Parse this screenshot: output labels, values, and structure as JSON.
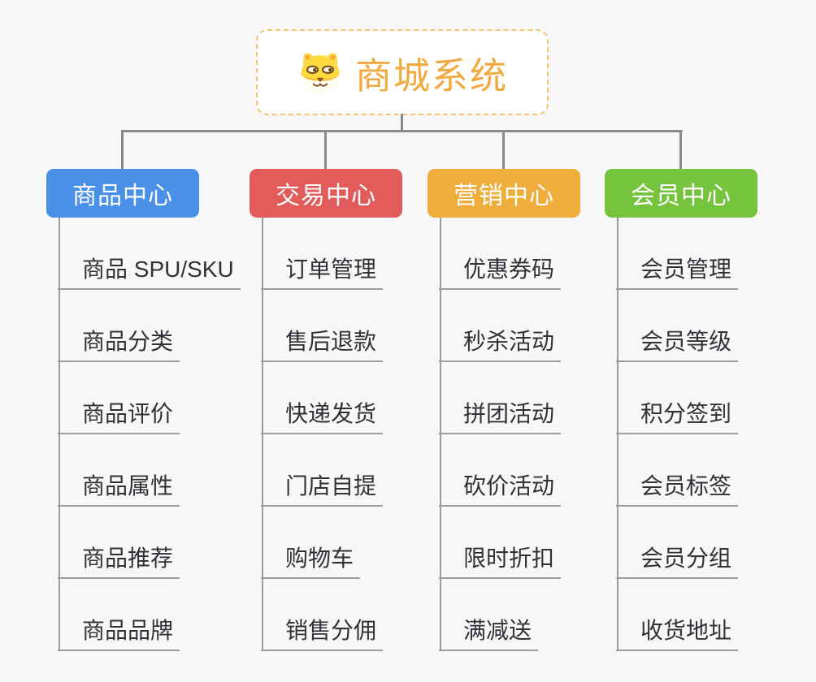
{
  "root": {
    "title": "商城系统",
    "icon": "dog-icon"
  },
  "colors": {
    "background": "#f7f7f7",
    "connector": "#8b8b8b",
    "underline": "#9c9c9c",
    "item_text": "#2f3337",
    "root_border": "#f6c46d",
    "root_text": "#f2a93e",
    "header_text": "#ffffff",
    "branch_blue": "#4a90e8",
    "branch_red": "#e25c5b",
    "branch_orange": "#efad3c",
    "branch_green": "#76c33e"
  },
  "branches": [
    {
      "label": "商品中心",
      "color": "#4a90e8",
      "items": [
        "商品 SPU/SKU",
        "商品分类",
        "商品评价",
        "商品属性",
        "商品推荐",
        "商品品牌"
      ]
    },
    {
      "label": "交易中心",
      "color": "#e25c5b",
      "items": [
        "订单管理",
        "售后退款",
        "快递发货",
        "门店自提",
        "购物车",
        "销售分佣"
      ]
    },
    {
      "label": "营销中心",
      "color": "#efad3c",
      "items": [
        "优惠券码",
        "秒杀活动",
        "拼团活动",
        "砍价活动",
        "限时折扣",
        "满减送"
      ]
    },
    {
      "label": "会员中心",
      "color": "#76c33e",
      "items": [
        "会员管理",
        "会员等级",
        "积分签到",
        "会员标签",
        "会员分组",
        "收货地址"
      ]
    }
  ]
}
